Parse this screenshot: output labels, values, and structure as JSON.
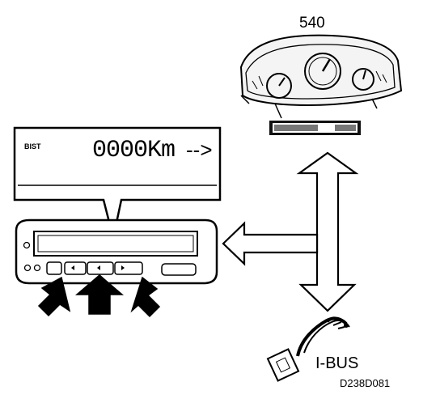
{
  "cluster": {
    "model_number": "540"
  },
  "display_panel": {
    "mode_indicator": "BIST",
    "odometer_readout": "0000Km",
    "next_arrow": "-->"
  },
  "bus": {
    "name": "I-BUS"
  },
  "figure_code": "D238D081",
  "colors": {
    "ink": "#000000",
    "paper": "#ffffff",
    "screen": "#111111"
  }
}
